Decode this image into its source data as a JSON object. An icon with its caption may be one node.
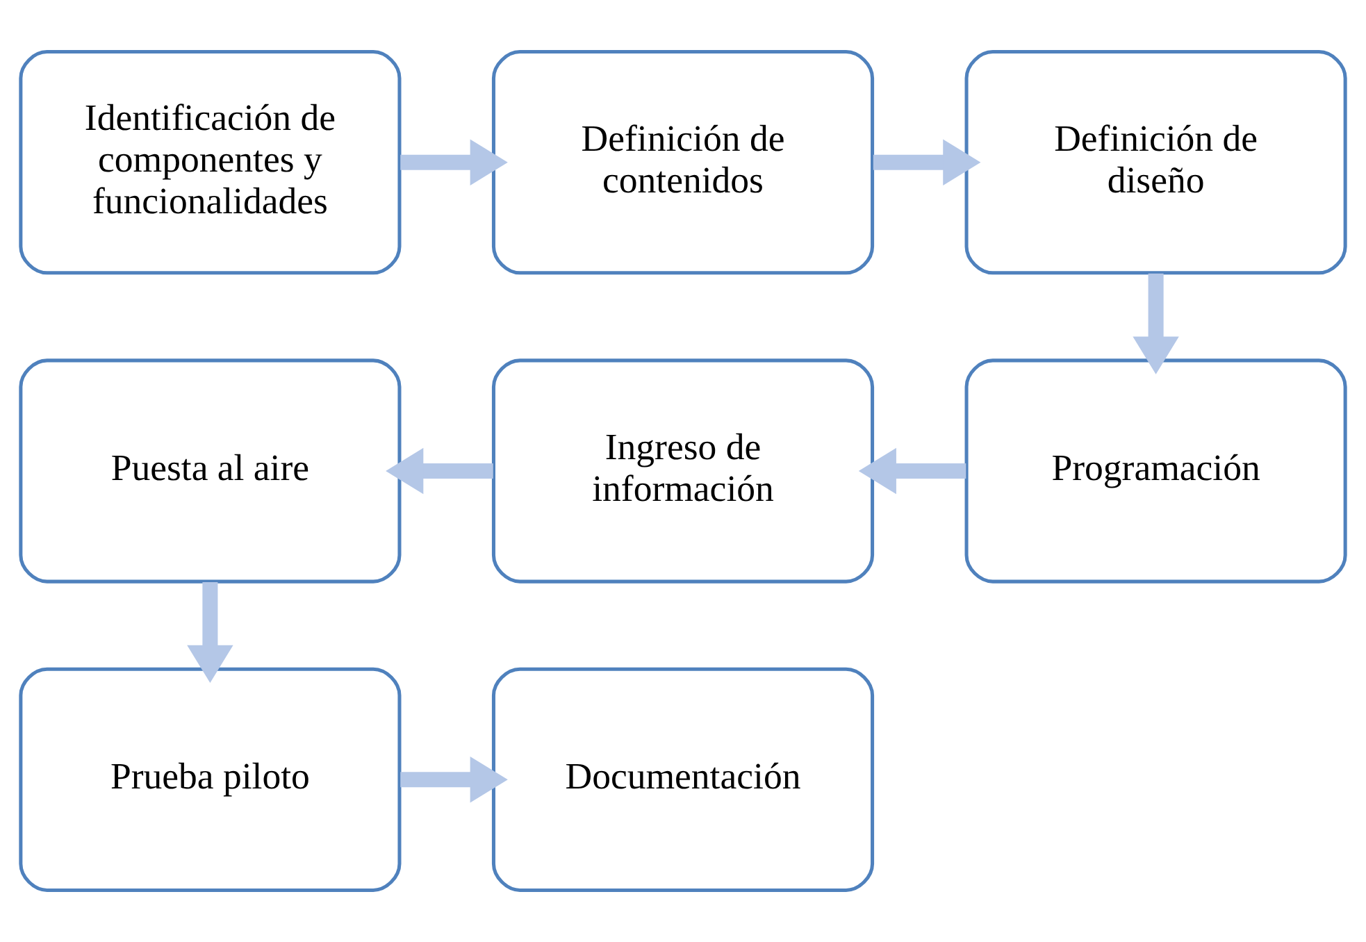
{
  "diagram": {
    "nodes": [
      {
        "text": [
          "Identificación de componentes y funcionalidades"
        ]
      },
      {
        "text": [
          "Definición de contenidos"
        ]
      },
      {
        "text": [
          "Definición de diseño"
        ]
      },
      {
        "text": [
          "Programación"
        ]
      },
      {
        "text": [
          "Ingreso de información"
        ]
      },
      {
        "text": [
          "Puesta al aire"
        ]
      },
      {
        "text": [
          "Prueba piloto"
        ]
      },
      {
        "text": [
          "Documentación"
        ]
      }
    ],
    "edges": [
      {
        "from": 0,
        "to": 1,
        "arrow": "to"
      },
      {
        "from": 1,
        "to": 2,
        "arrow": "to"
      },
      {
        "from": 2,
        "to": 3,
        "arrow": "to"
      },
      {
        "from": 3,
        "to": 4,
        "arrow": "to"
      },
      {
        "from": 4,
        "to": 5,
        "arrow": "to"
      },
      {
        "from": 5,
        "to": 6,
        "arrow": "to"
      },
      {
        "from": 6,
        "to": 7,
        "arrow": "to"
      }
    ]
  }
}
